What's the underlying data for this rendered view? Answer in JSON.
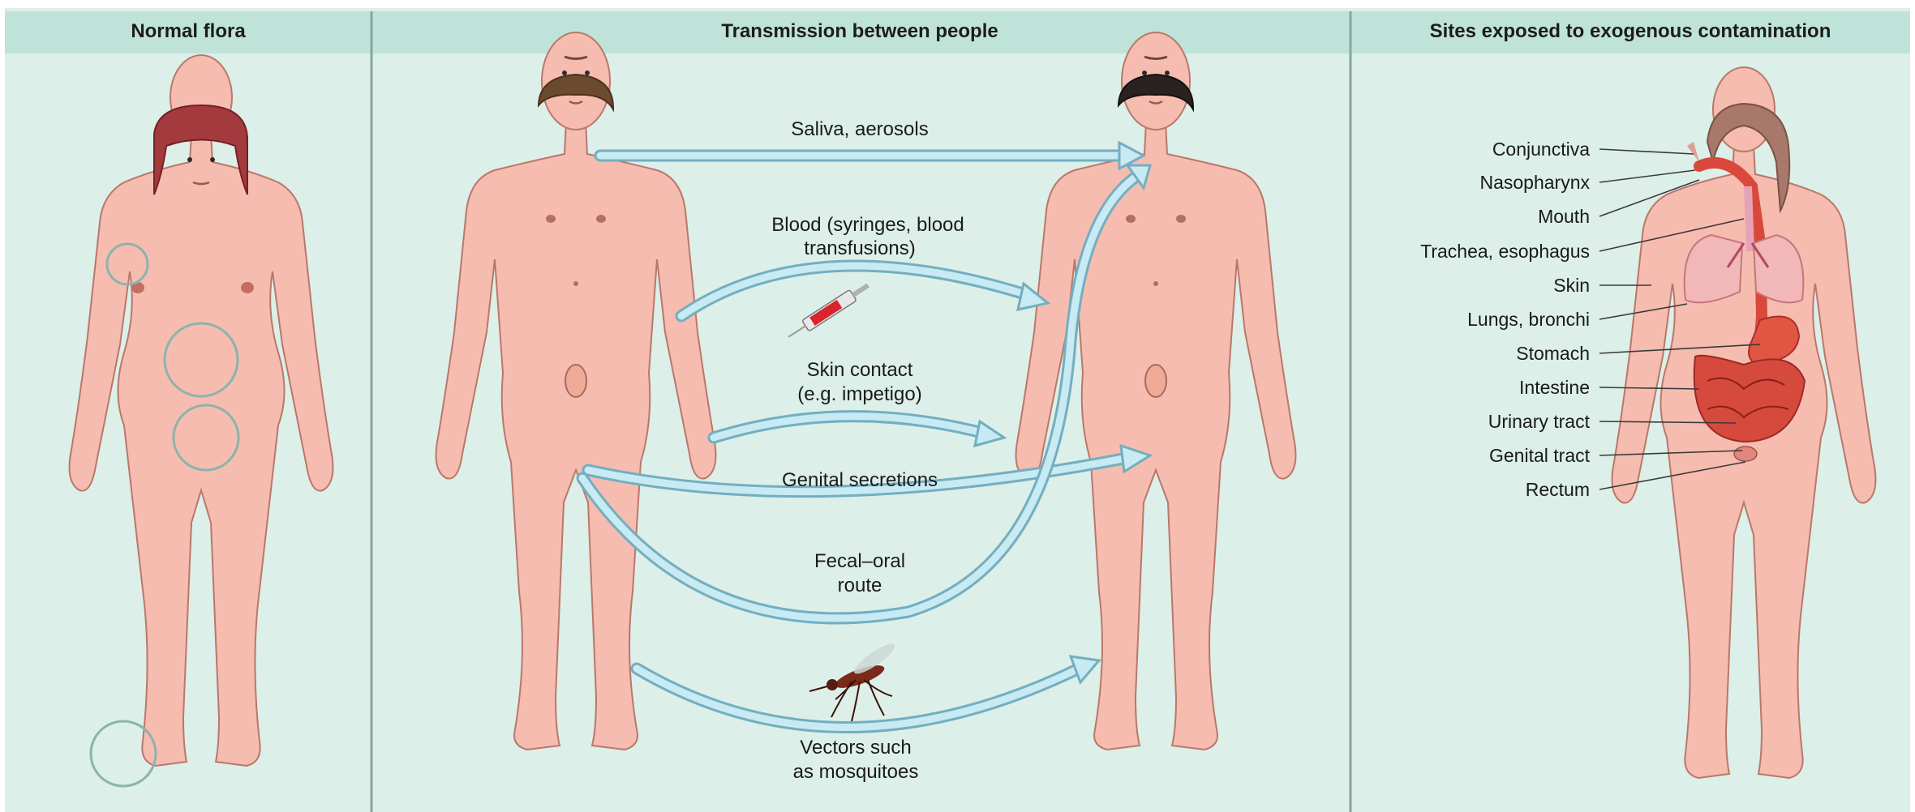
{
  "panels": {
    "normal_flora": {
      "title": "Normal flora"
    },
    "transmission": {
      "title": "Transmission between people",
      "routes": {
        "saliva": "Saliva, aerosols",
        "blood_1": "Blood (syringes, blood",
        "blood_2": "transfusions)",
        "skin_1": "Skin contact",
        "skin_2": "(e.g. impetigo)",
        "genital": "Genital secretions",
        "fecal_1": "Fecal–oral",
        "fecal_2": "route",
        "vectors_1": "Vectors such",
        "vectors_2": "as mosquitoes"
      }
    },
    "exogenous": {
      "title": "Sites exposed to exogenous contamination",
      "sites": [
        "Conjunctiva",
        "Nasopharynx",
        "Mouth",
        "Trachea, esophagus",
        "Skin",
        "Lungs, bronchi",
        "Stomach",
        "Intestine",
        "Urinary tract",
        "Genital tract",
        "Rectum"
      ]
    }
  },
  "colors": {
    "background": "#dcefe9",
    "header_band": "#bfe3d8",
    "arrow": "#74aec0",
    "skin": "#f6bcb0",
    "organ": "#d9483a"
  }
}
